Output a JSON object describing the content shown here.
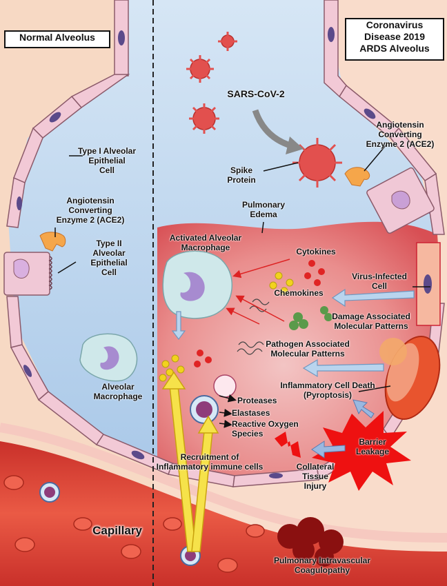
{
  "panels": {
    "left_title": "Normal Alveolus",
    "right_title": "Coronavirus\nDisease 2019\nARDS Alveolus"
  },
  "labels": {
    "type1": "Type I Alveolar\nEpithelial\nCell",
    "ace2_left": "Angiotensin\nConverting\nEnzyme 2 (ACE2)",
    "type2": "Type II\nAlveolar\nEpithelial\nCell",
    "alveolar_macrophage": "Alveolar\nMacrophage",
    "sars": "SARS-CoV-2",
    "spike": "Spike\nProtein",
    "ace2_right": "Angiotensin\nConverting\nEnzyme 2 (ACE2)",
    "edema": "Pulmonary\nEdema",
    "activated_macrophage": "Activated Alveolar\nMacrophage",
    "cytokines": "Cytokines",
    "chemokines": "Chemokines",
    "virus_infected": "Virus-Infected\nCell",
    "damps": "Damage Associated\nMolecular Patterns",
    "pamps": "Pathogen Associated\nMolecular Patterns",
    "pyroptosis": "Inflammatory Cell Death\n(Pyroptosis)",
    "proteases": "Proteases",
    "elastases": "Elastases",
    "ros": "Reactive Oxygen\nSpecies",
    "recruitment": "Recruitment of\nInflammatory immune cells",
    "barrier": "Barrier\nLeakage",
    "collateral": "Collateral\nTissue\nInjury",
    "capillary": "Capillary",
    "coagulopathy": "Pulmonary Intravascular\nCoagulopathy"
  },
  "colors": {
    "left_bg": "#f7d9c4",
    "alveolus_blue": "#b9d4ee",
    "edema_red": "#e0585c",
    "cell_pink": "#f0c8d6",
    "capillary": "#e04a3c",
    "virus": "#e2504e",
    "ace2": "#f5a64a",
    "macrophage": "#cfe8ea",
    "burst": "#ee1111"
  }
}
